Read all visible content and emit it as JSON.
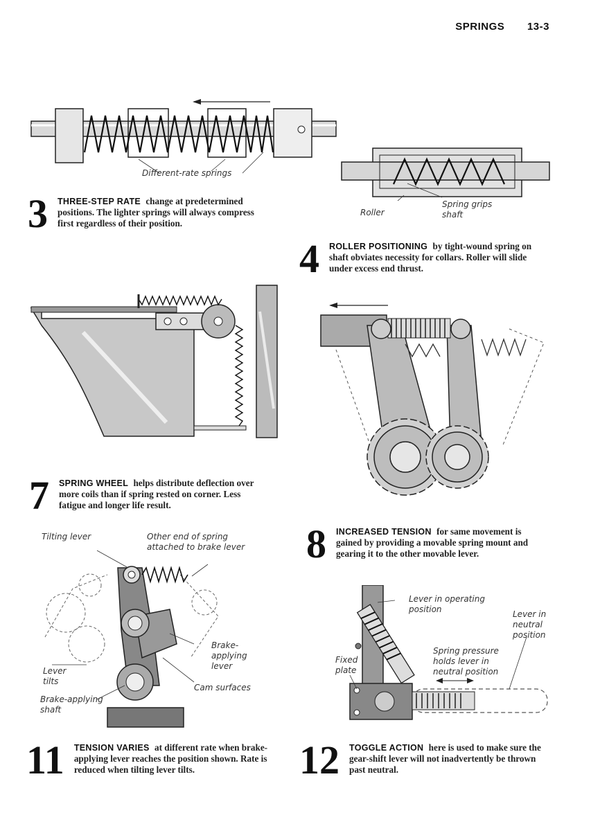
{
  "header": {
    "section": "SPRINGS",
    "page": "13-3"
  },
  "fig3": {
    "number": "3",
    "title": "THREE-STEP RATE",
    "text": "change at predetermined positions. The lighter springs will always compress first regardless of their position.",
    "labels": {
      "springs": "Different-rate springs"
    }
  },
  "fig4": {
    "number": "4",
    "title": "ROLLER POSITIONING",
    "text": "by tight-wound spring on shaft obviates necessity for collars. Roller will slide under excess end thrust.",
    "labels": {
      "roller": "Roller",
      "grips1": "Spring grips",
      "grips2": "shaft"
    }
  },
  "fig7": {
    "number": "7",
    "title": "SPRING WHEEL",
    "text": "helps distribute deflection over more coils than if spring rested on corner. Less fatigue and longer life result."
  },
  "fig8": {
    "number": "8",
    "title": "INCREASED TENSION",
    "text": "for same movement is gained by providing a movable spring mount and gearing it to the other movable lever."
  },
  "fig11": {
    "number": "11",
    "title": "TENSION VARIES",
    "text": "at different rate when brake-applying lever reaches the position shown. Rate is reduced when tilting lever tilts.",
    "labels": {
      "tilting": "Tilting lever",
      "other1": "Other end of spring",
      "other2": "attached to brake lever",
      "brake1": "Brake-",
      "brake2": "applying",
      "brake3": "lever",
      "lever1": "Lever",
      "lever2": "tilts",
      "cam": "Cam surfaces",
      "shaft1": "Brake-applying",
      "shaft2": "shaft"
    }
  },
  "fig12": {
    "number": "12",
    "title": "TOGGLE ACTION",
    "text": "here is used to make sure the gear-shift lever will not inadvertently be thrown past neutral.",
    "labels": {
      "operating1": "Lever in operating",
      "operating2": "position",
      "neutral1": "Lever in",
      "neutral2": "neutral",
      "neutral3": "position",
      "pressure1": "Spring pressure",
      "pressure2": "holds lever in",
      "pressure3": "neutral position",
      "fixed1": "Fixed",
      "fixed2": "plate"
    }
  }
}
